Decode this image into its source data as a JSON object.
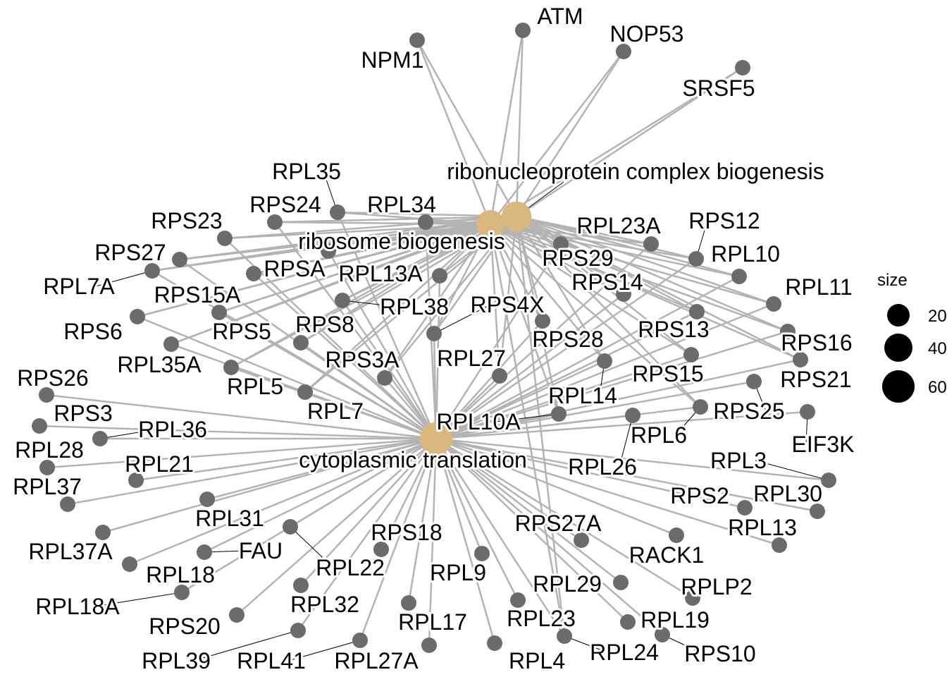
{
  "colors": {
    "edge": "#b3b3b3",
    "gene": "#6b6b6b",
    "term": "#dbb780",
    "legend": "#000000"
  },
  "terms": [
    {
      "name": "cytoplasmic translation",
      "size": 60
    },
    {
      "name": "ribosome biogenesis",
      "size": 45
    },
    {
      "name": "ribonucleoprotein complex biogenesis",
      "size": 50
    }
  ],
  "genes": [
    {
      "name": "NPM1",
      "terms": [
        1,
        2
      ]
    },
    {
      "name": "ATM",
      "terms": [
        1,
        2
      ]
    },
    {
      "name": "NOP53",
      "terms": [
        1,
        2
      ]
    },
    {
      "name": "SRSF5",
      "terms": [
        1,
        2
      ]
    },
    {
      "name": "RPL35",
      "terms": [
        0,
        1,
        2
      ]
    },
    {
      "name": "RPS24",
      "terms": [
        0,
        1,
        2
      ]
    },
    {
      "name": "RPL34",
      "terms": [
        0,
        1,
        2
      ]
    },
    {
      "name": "RPS23",
      "terms": [
        0,
        1,
        2
      ]
    },
    {
      "name": "RPS27",
      "terms": [
        0,
        1,
        2
      ]
    },
    {
      "name": "RPL7A",
      "terms": [
        0,
        1,
        2
      ]
    },
    {
      "name": "RPS15A",
      "terms": [
        0,
        1,
        2
      ]
    },
    {
      "name": "RPSA",
      "terms": [
        0,
        1,
        2
      ]
    },
    {
      "name": "RPL13A",
      "terms": [
        0,
        1,
        2
      ]
    },
    {
      "name": "RPL38",
      "terms": [
        0,
        1,
        2
      ]
    },
    {
      "name": "RPS4X",
      "terms": [
        0,
        1,
        2
      ]
    },
    {
      "name": "RPS6",
      "terms": [
        0,
        1,
        2
      ]
    },
    {
      "name": "RPS5",
      "terms": [
        0,
        1,
        2
      ]
    },
    {
      "name": "RPS8",
      "terms": [
        0,
        1,
        2
      ]
    },
    {
      "name": "RPL35A",
      "terms": [
        0,
        1,
        2
      ]
    },
    {
      "name": "RPS3A",
      "terms": [
        0,
        1,
        2
      ]
    },
    {
      "name": "RPL27",
      "terms": [
        0,
        1,
        2
      ]
    },
    {
      "name": "RPL5",
      "terms": [
        0,
        1,
        2
      ]
    },
    {
      "name": "RPL7",
      "terms": [
        0,
        1,
        2
      ]
    },
    {
      "name": "RPS26",
      "terms": [
        0
      ]
    },
    {
      "name": "RPS3",
      "terms": [
        0
      ]
    },
    {
      "name": "RPL36",
      "terms": [
        0
      ]
    },
    {
      "name": "RPL28",
      "terms": [
        0
      ]
    },
    {
      "name": "RPL21",
      "terms": [
        0
      ]
    },
    {
      "name": "RPL37",
      "terms": [
        0
      ]
    },
    {
      "name": "RPL31",
      "terms": [
        0
      ]
    },
    {
      "name": "RPL37A",
      "terms": [
        0
      ]
    },
    {
      "name": "FAU",
      "terms": [
        0
      ]
    },
    {
      "name": "RPL22",
      "terms": [
        0
      ]
    },
    {
      "name": "RPL18",
      "terms": [
        0
      ]
    },
    {
      "name": "RPL18A",
      "terms": [
        0
      ]
    },
    {
      "name": "RPS18",
      "terms": [
        0
      ]
    },
    {
      "name": "RPL32",
      "terms": [
        0
      ]
    },
    {
      "name": "RPS20",
      "terms": [
        0
      ]
    },
    {
      "name": "RPL9",
      "terms": [
        0
      ]
    },
    {
      "name": "RPL17",
      "terms": [
        0
      ]
    },
    {
      "name": "RPL39",
      "terms": [
        0
      ]
    },
    {
      "name": "RPL41",
      "terms": [
        0
      ]
    },
    {
      "name": "RPL27A",
      "terms": [
        0
      ]
    },
    {
      "name": "RPL4",
      "terms": [
        0
      ]
    },
    {
      "name": "RPL23",
      "terms": [
        0
      ]
    },
    {
      "name": "RPL24",
      "terms": [
        0,
        1,
        2
      ]
    },
    {
      "name": "RPS27A",
      "terms": [
        0
      ]
    },
    {
      "name": "RPL29",
      "terms": [
        0
      ]
    },
    {
      "name": "RPL19",
      "terms": [
        0
      ]
    },
    {
      "name": "RPS10",
      "terms": [
        0
      ]
    },
    {
      "name": "RACK1",
      "terms": [
        0
      ]
    },
    {
      "name": "RPLP2",
      "terms": [
        0
      ]
    },
    {
      "name": "RPL13",
      "terms": [
        0
      ]
    },
    {
      "name": "RPS2",
      "terms": [
        0
      ]
    },
    {
      "name": "RPL30",
      "terms": [
        0
      ]
    },
    {
      "name": "RPL3",
      "terms": [
        0
      ]
    },
    {
      "name": "RPL26",
      "terms": [
        0
      ]
    },
    {
      "name": "RPL6",
      "terms": [
        0,
        1,
        2
      ]
    },
    {
      "name": "RPS25",
      "terms": [
        0
      ]
    },
    {
      "name": "EIF3K",
      "terms": [
        0
      ]
    },
    {
      "name": "RPL10A",
      "terms": [
        0,
        1,
        2
      ]
    },
    {
      "name": "RPL14",
      "terms": [
        0,
        1,
        2
      ]
    },
    {
      "name": "RPS15",
      "terms": [
        0,
        1,
        2
      ]
    },
    {
      "name": "RPS13",
      "terms": [
        0,
        1,
        2
      ]
    },
    {
      "name": "RPS28",
      "terms": [
        0,
        1,
        2
      ]
    },
    {
      "name": "RPS16",
      "terms": [
        0,
        1,
        2
      ]
    },
    {
      "name": "RPS21",
      "terms": [
        0,
        1,
        2
      ]
    },
    {
      "name": "RPL11",
      "terms": [
        0,
        1,
        2
      ]
    },
    {
      "name": "RPS14",
      "terms": [
        0,
        1,
        2
      ]
    },
    {
      "name": "RPS29",
      "terms": [
        0,
        1,
        2
      ]
    },
    {
      "name": "RPL23A",
      "terms": [
        0,
        1,
        2
      ]
    },
    {
      "name": "RPS12",
      "terms": [
        0,
        1,
        2
      ]
    },
    {
      "name": "RPL10",
      "terms": [
        0,
        1,
        2
      ]
    }
  ],
  "legend": {
    "title": "size",
    "entries": [
      {
        "label": "20",
        "value": 20
      },
      {
        "label": "40",
        "value": 40
      },
      {
        "label": "60",
        "value": 60
      }
    ]
  }
}
